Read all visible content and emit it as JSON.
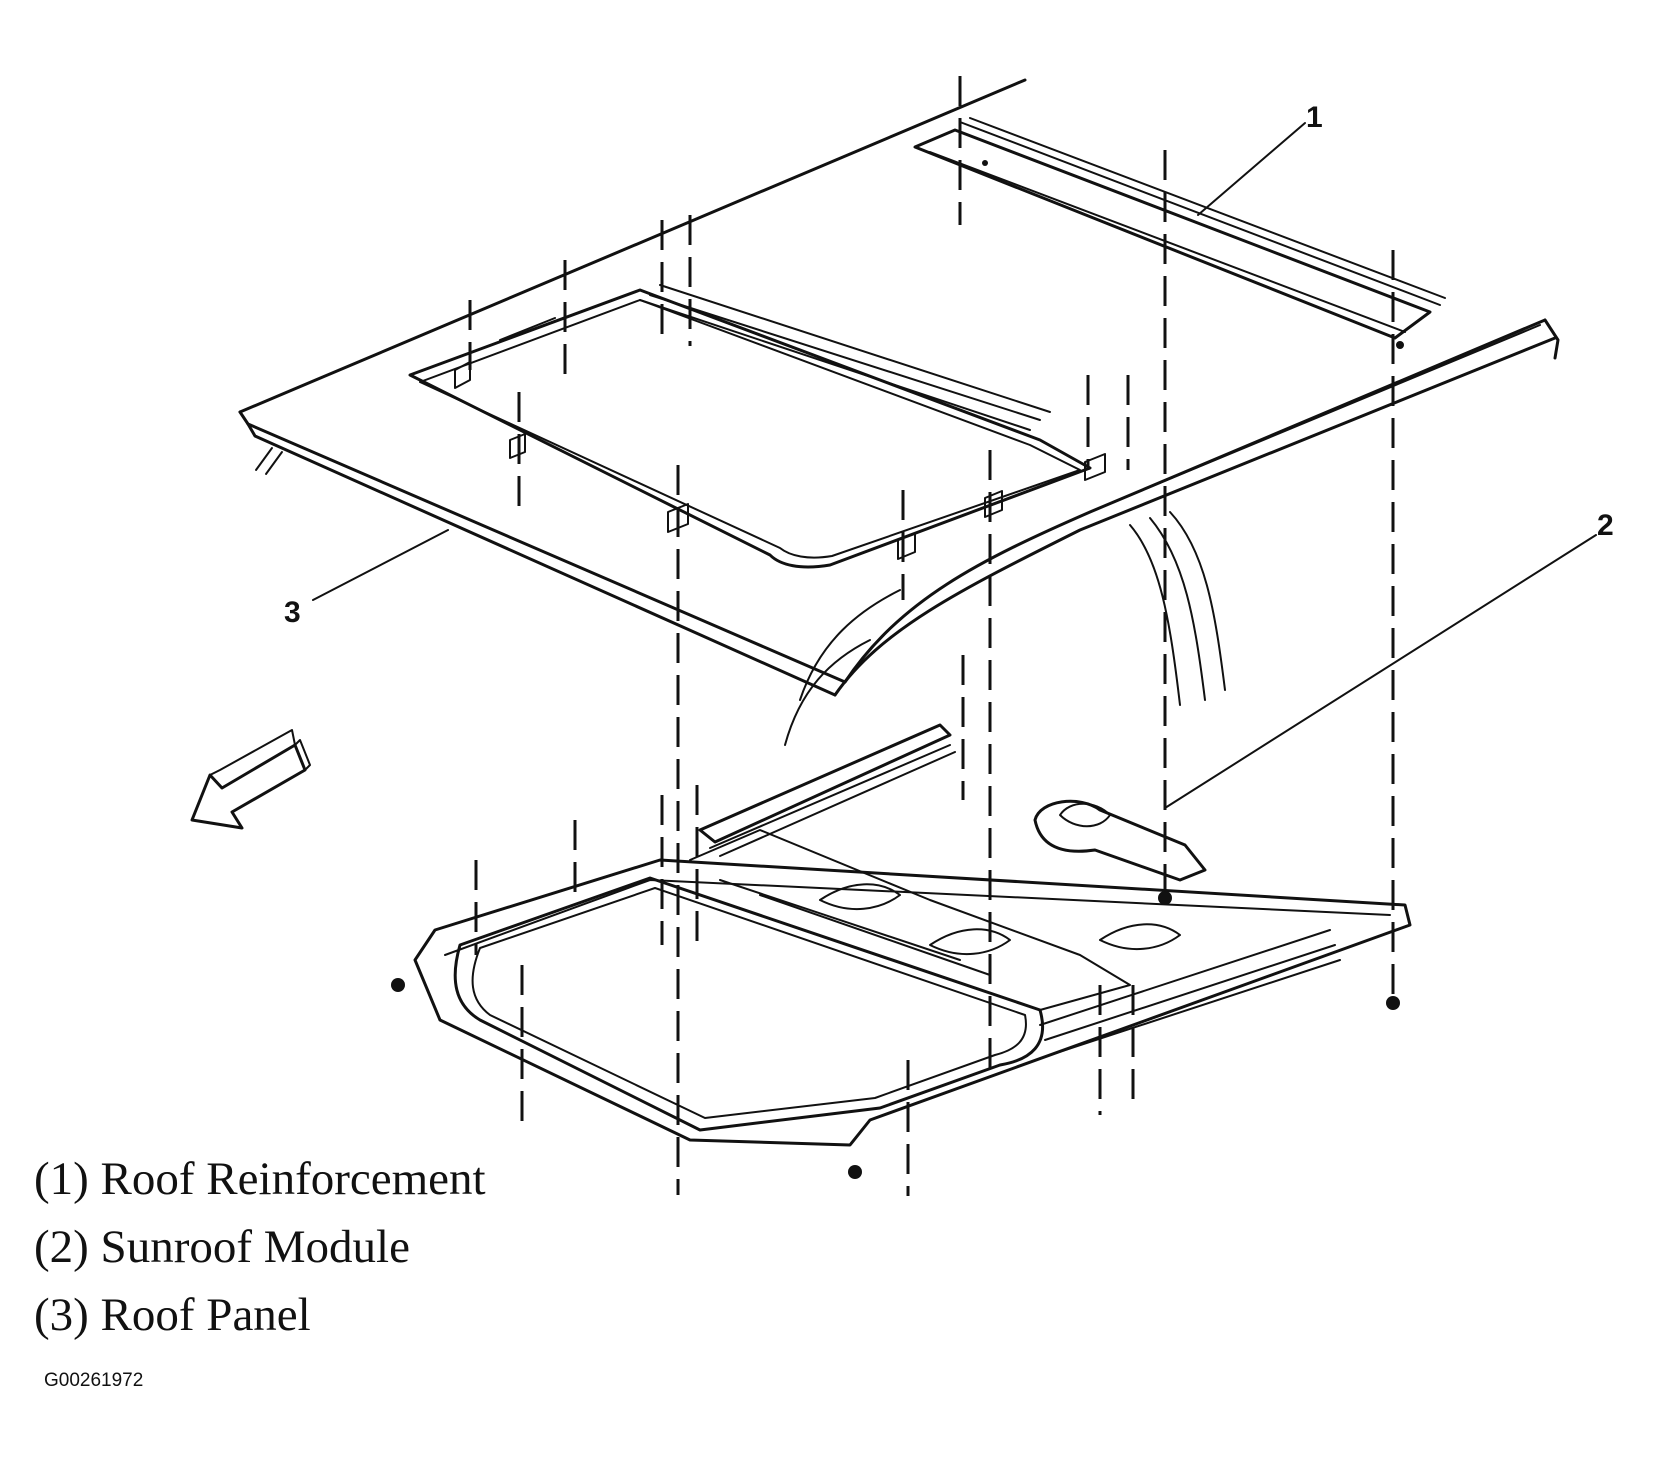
{
  "callouts": [
    "1",
    "2",
    "3"
  ],
  "legend": [
    "(1) Roof Reinforcement",
    "(2) Sunroof Module",
    "(3) Roof Panel"
  ],
  "figure_id": "G00261972"
}
